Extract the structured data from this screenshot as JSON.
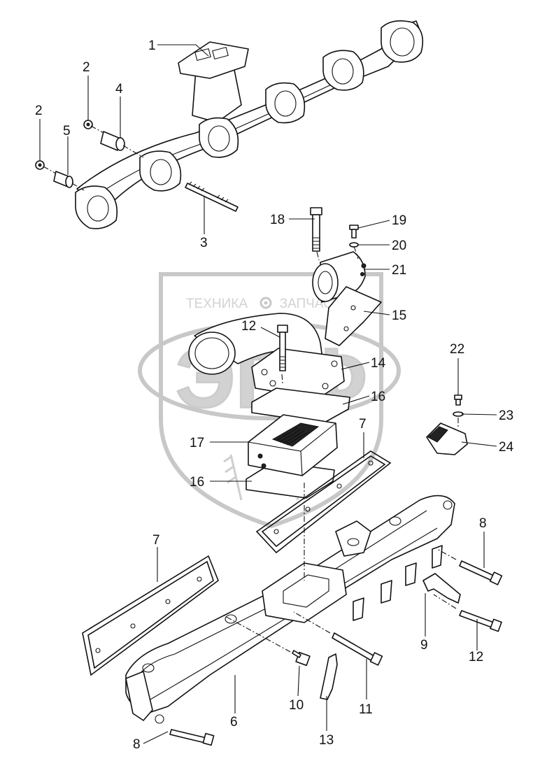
{
  "watermark": {
    "top_text_left": "ТЕХНИКА",
    "top_text_right": "ЗАПЧАСТИ",
    "big_text": "ЭПФ",
    "gear_icon": "gear-icon"
  },
  "callouts": [
    {
      "id": "c1",
      "text": "1"
    },
    {
      "id": "c2a",
      "text": "2"
    },
    {
      "id": "c2b",
      "text": "2"
    },
    {
      "id": "c3",
      "text": "3"
    },
    {
      "id": "c4",
      "text": "4"
    },
    {
      "id": "c5",
      "text": "5"
    },
    {
      "id": "c6",
      "text": "6"
    },
    {
      "id": "c7a",
      "text": "7"
    },
    {
      "id": "c7b",
      "text": "7"
    },
    {
      "id": "c8a",
      "text": "8"
    },
    {
      "id": "c8b",
      "text": "8"
    },
    {
      "id": "c9",
      "text": "9"
    },
    {
      "id": "c10",
      "text": "10"
    },
    {
      "id": "c11",
      "text": "11"
    },
    {
      "id": "c12a",
      "text": "12"
    },
    {
      "id": "c12b",
      "text": "12"
    },
    {
      "id": "c13",
      "text": "13"
    },
    {
      "id": "c14",
      "text": "14"
    },
    {
      "id": "c15",
      "text": "15"
    },
    {
      "id": "c16a",
      "text": "16"
    },
    {
      "id": "c16b",
      "text": "16"
    },
    {
      "id": "c17",
      "text": "17"
    },
    {
      "id": "c18",
      "text": "18"
    },
    {
      "id": "c19",
      "text": "19"
    },
    {
      "id": "c20",
      "text": "20"
    },
    {
      "id": "c21",
      "text": "21"
    },
    {
      "id": "c22",
      "text": "22"
    },
    {
      "id": "c23",
      "text": "23"
    },
    {
      "id": "c24",
      "text": "24"
    }
  ]
}
